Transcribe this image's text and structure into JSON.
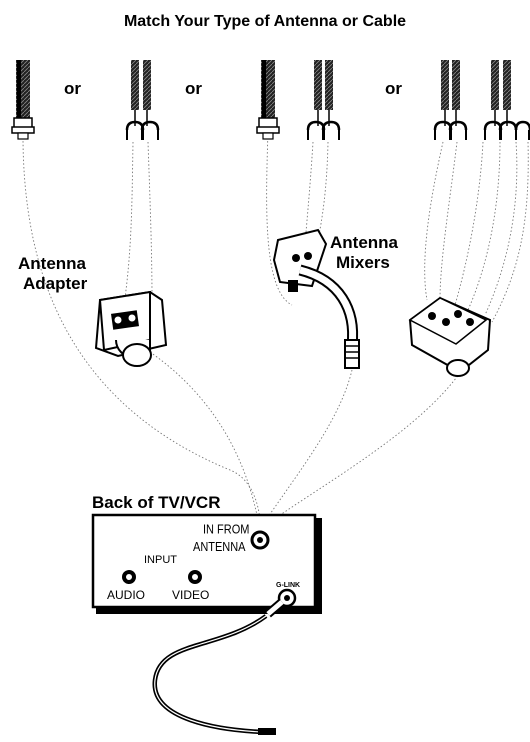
{
  "title": "Match Your Type of Antenna or Cable",
  "connectors": {
    "or_1": "or",
    "or_2": "or",
    "or_3": "or"
  },
  "labels": {
    "antenna_adapter_line1": "Antenna",
    "antenna_adapter_line2": "Adapter",
    "antenna_mixers_line1": "Antenna",
    "antenna_mixers_line2": "Mixers",
    "back_of_tv": "Back of TV/VCR"
  },
  "panel": {
    "in_from_line1": "IN FROM",
    "in_from_line2": "ANTENNA",
    "input": "INPUT",
    "audio": "AUDIO",
    "video": "VIDEO",
    "glink": "G-LINK"
  }
}
